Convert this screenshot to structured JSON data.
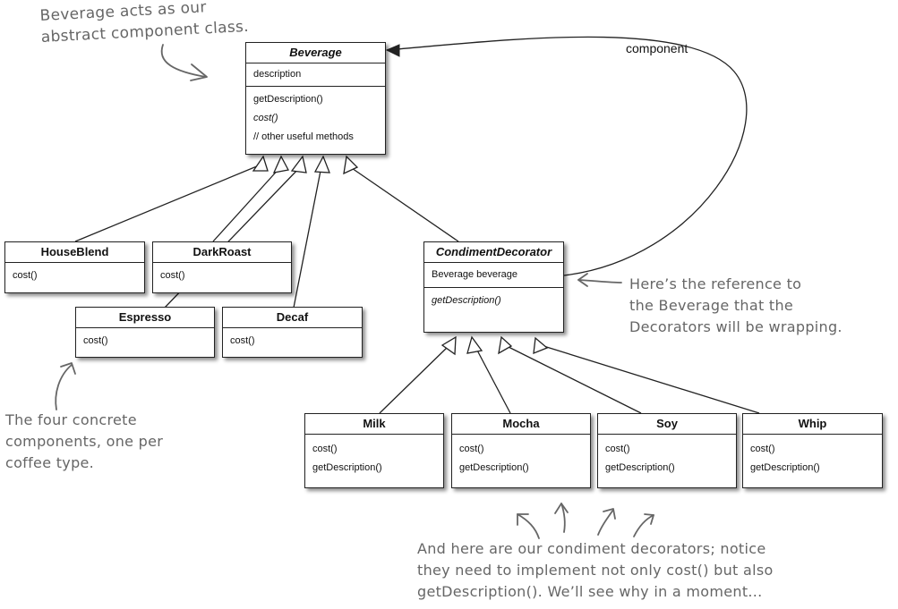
{
  "classes": {
    "beverage": {
      "name": "Beverage",
      "attributes": [
        "description"
      ],
      "methods": [
        "getDescription()",
        "cost()",
        "// other useful methods"
      ]
    },
    "house_blend": {
      "name": "HouseBlend",
      "methods": [
        "cost()"
      ]
    },
    "dark_roast": {
      "name": "DarkRoast",
      "methods": [
        "cost()"
      ]
    },
    "espresso": {
      "name": "Espresso",
      "methods": [
        "cost()"
      ]
    },
    "decaf": {
      "name": "Decaf",
      "methods": [
        "cost()"
      ]
    },
    "condiment_decorator": {
      "name": "CondimentDecorator",
      "attributes": [
        "Beverage beverage"
      ],
      "methods": [
        "getDescription()"
      ]
    },
    "milk": {
      "name": "Milk",
      "methods": [
        "cost()",
        "getDescription()"
      ]
    },
    "mocha": {
      "name": "Mocha",
      "methods": [
        "cost()",
        "getDescription()"
      ]
    },
    "soy": {
      "name": "Soy",
      "methods": [
        "cost()",
        "getDescription()"
      ]
    },
    "whip": {
      "name": "Whip",
      "methods": [
        "cost()",
        "getDescription()"
      ]
    }
  },
  "association_label": "component",
  "annotations": {
    "abstract_note": [
      "Beverage acts as our",
      "abstract component class."
    ],
    "reference_note": [
      "Here’s the reference to",
      "the Beverage that the",
      "Decorators will be wrapping."
    ],
    "concrete_note": [
      "The four concrete",
      "components, one per",
      "coffee type."
    ],
    "decorators_note": [
      "And here are our condiment decorators; notice",
      "they need to implement not only cost() but also",
      "getDescription(). We’ll see why in a moment..."
    ]
  },
  "colors": {
    "line": "#222222",
    "annotation": "#666666",
    "shadow": "#777777"
  }
}
